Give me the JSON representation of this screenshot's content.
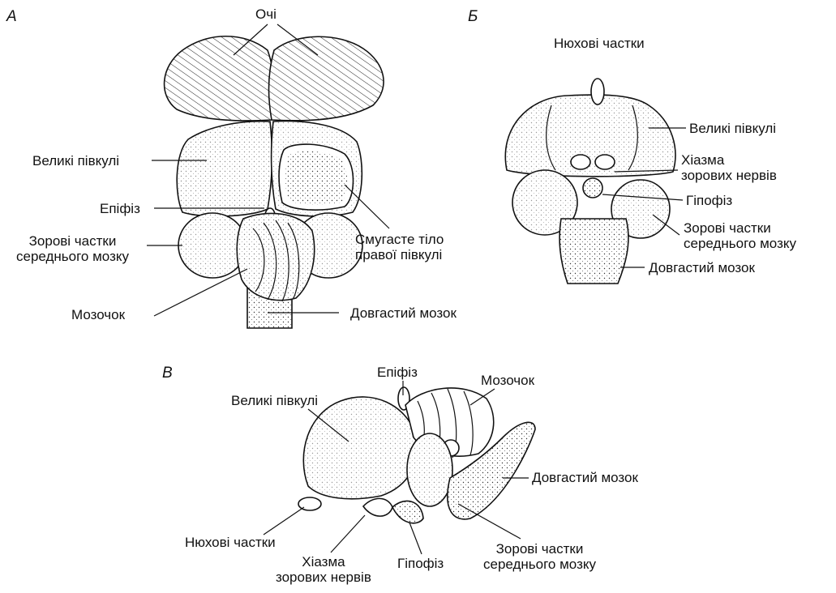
{
  "panels": {
    "a": {
      "letter": "А",
      "labels": {
        "eyes": "Очі",
        "hemispheres": "Великі півкулі",
        "epiphysis": "Епіфіз",
        "optic_lobes": "Зорові частки\nсереднього мозку",
        "cerebellum": "Мозочок",
        "striatum": "Смугасте тіло\nправої півкулі",
        "medulla": "Довгастий мозок"
      }
    },
    "b": {
      "letter": "Б",
      "labels": {
        "olfactory": "Нюхові частки",
        "hemispheres": "Великі півкулі",
        "chiasm": "Хіазма\nзорових нервів",
        "hypophysis": "Гіпофіз",
        "optic_lobes": "Зорові частки\nсереднього мозку",
        "medulla": "Довгастий мозок"
      }
    },
    "c": {
      "letter": "В",
      "labels": {
        "epiphysis": "Епіфіз",
        "cerebellum": "Мозочок",
        "hemispheres": "Великі півкулі",
        "medulla": "Довгастий мозок",
        "olfactory": "Нюхові частки",
        "chiasm": "Хіазма\nзорових нервів",
        "hypophysis": "Гіпофіз",
        "optic_lobes": "Зорові частки\nсереднього мозку"
      }
    }
  },
  "colors": {
    "ink": "#111111",
    "paper": "#ffffff"
  }
}
